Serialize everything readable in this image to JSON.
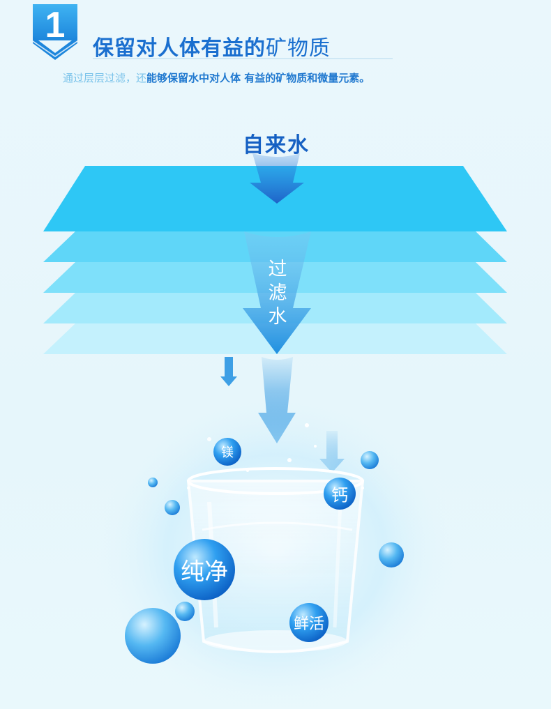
{
  "section": {
    "number": "1",
    "title_bold": "保留对人体有益的",
    "title_light": "矿物质",
    "subtitle_light": "通过层层过滤，还",
    "subtitle_dark": "能够保留水中对人体 有益的矿物质和微量元素。"
  },
  "flow": {
    "input_label": "自来水",
    "filter_label": [
      "过",
      "滤",
      "水"
    ]
  },
  "minerals": {
    "magnesium": "镁",
    "calcium": "钙",
    "pure": "纯净",
    "fresh": "鲜活"
  },
  "colors": {
    "accent": "#1a6fcf",
    "badge": "#2a9ee8",
    "filter_layers": [
      "#2ec7f5",
      "#5fd6f8",
      "#7ee0fa",
      "#a3eafc",
      "#c4f1fd"
    ],
    "arrow": "#1f8fe0"
  }
}
